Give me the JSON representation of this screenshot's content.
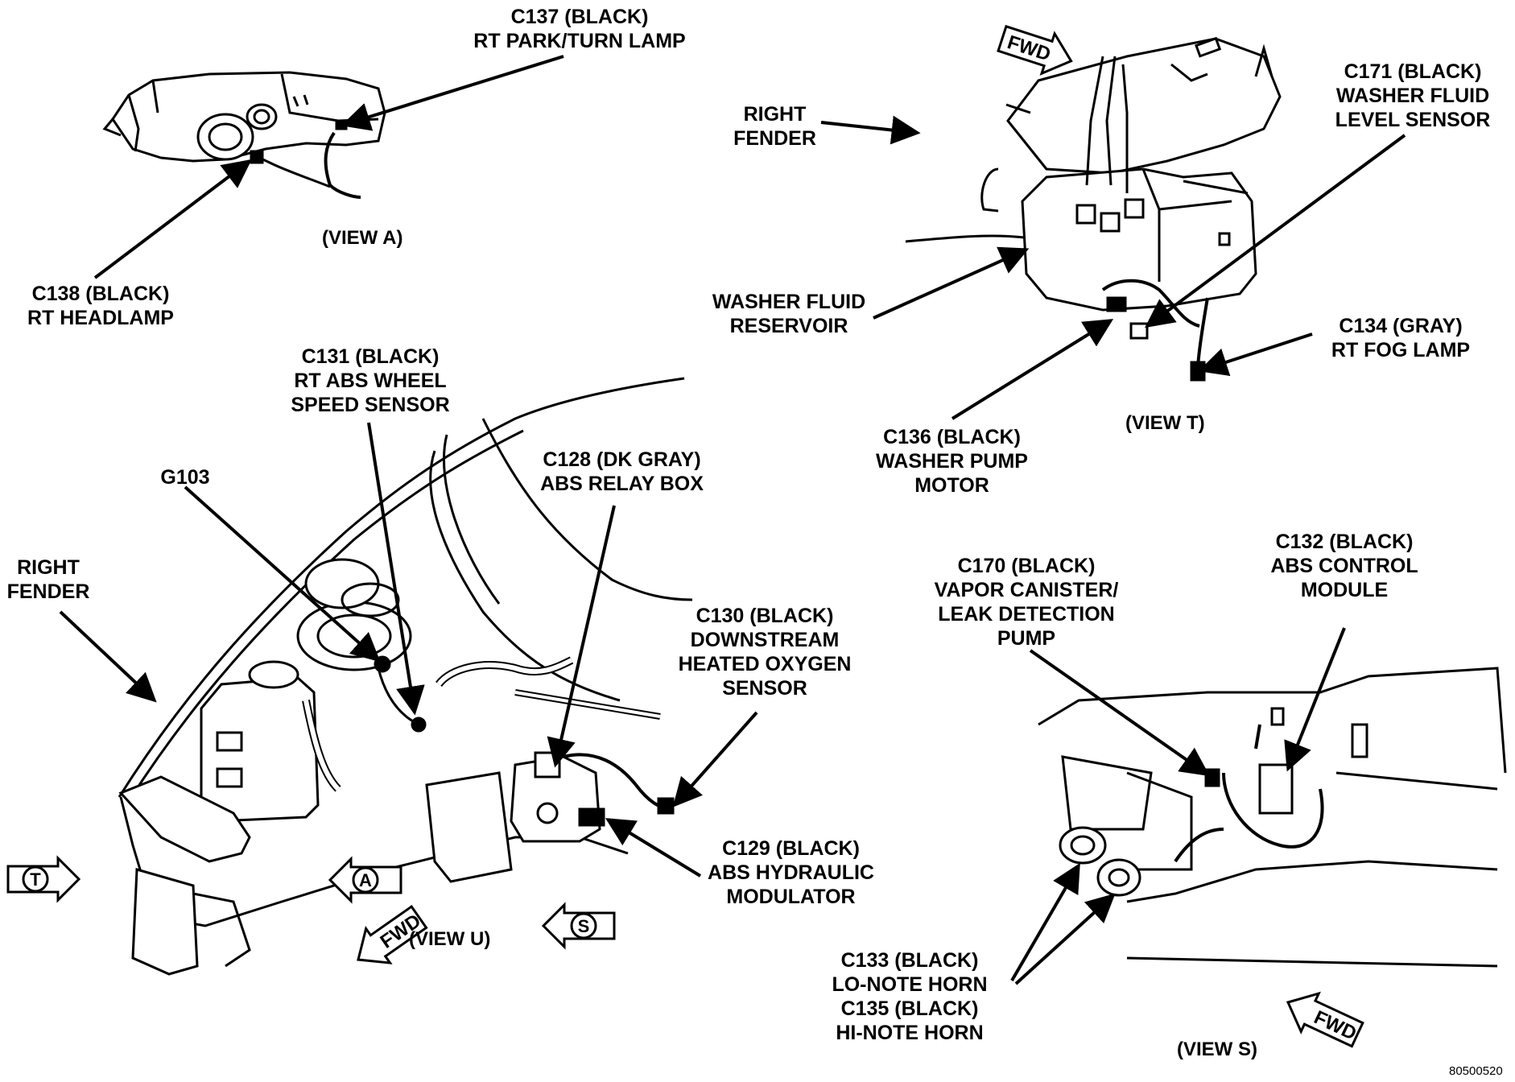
{
  "labels": {
    "c137": [
      "C137 (BLACK)",
      "RT PARK/TURN LAMP"
    ],
    "c138": [
      "C138 (BLACK)",
      "RT HEADLAMP"
    ],
    "view_a": "(VIEW A)",
    "right_fender_t": [
      "RIGHT",
      "FENDER"
    ],
    "washer_reservoir": [
      "WASHER FLUID",
      "RESERVOIR"
    ],
    "c171": [
      "C171 (BLACK)",
      "WASHER FLUID",
      "LEVEL SENSOR"
    ],
    "c134": [
      "C134 (GRAY)",
      "RT FOG LAMP"
    ],
    "c136": [
      "C136 (BLACK)",
      "WASHER PUMP",
      "MOTOR"
    ],
    "view_t": "(VIEW T)",
    "c131": [
      "C131 (BLACK)",
      "RT ABS WHEEL",
      "SPEED SENSOR"
    ],
    "g103": "G103",
    "c128": [
      "C128 (DK GRAY)",
      "ABS RELAY BOX"
    ],
    "right_fender_u": [
      "RIGHT",
      "FENDER"
    ],
    "c130": [
      "C130 (BLACK)",
      "DOWNSTREAM",
      "HEATED OXYGEN",
      "SENSOR"
    ],
    "c129": [
      "C129 (BLACK)",
      "ABS HYDRAULIC",
      "MODULATOR"
    ],
    "view_u": "(VIEW U)",
    "c170": [
      "C170 (BLACK)",
      "VAPOR CANISTER/",
      "LEAK DETECTION",
      "PUMP"
    ],
    "c132": [
      "C132 (BLACK)",
      "ABS CONTROL",
      "MODULE"
    ],
    "c133_c135": [
      "C133 (BLACK)",
      "LO-NOTE HORN",
      "C135 (BLACK)",
      "HI-NOTE HORN"
    ],
    "view_s": "(VIEW S)"
  },
  "view_markers": {
    "t": "T",
    "a": "A",
    "s": "S"
  },
  "fwd": "FWD",
  "figure_number": "80500520"
}
